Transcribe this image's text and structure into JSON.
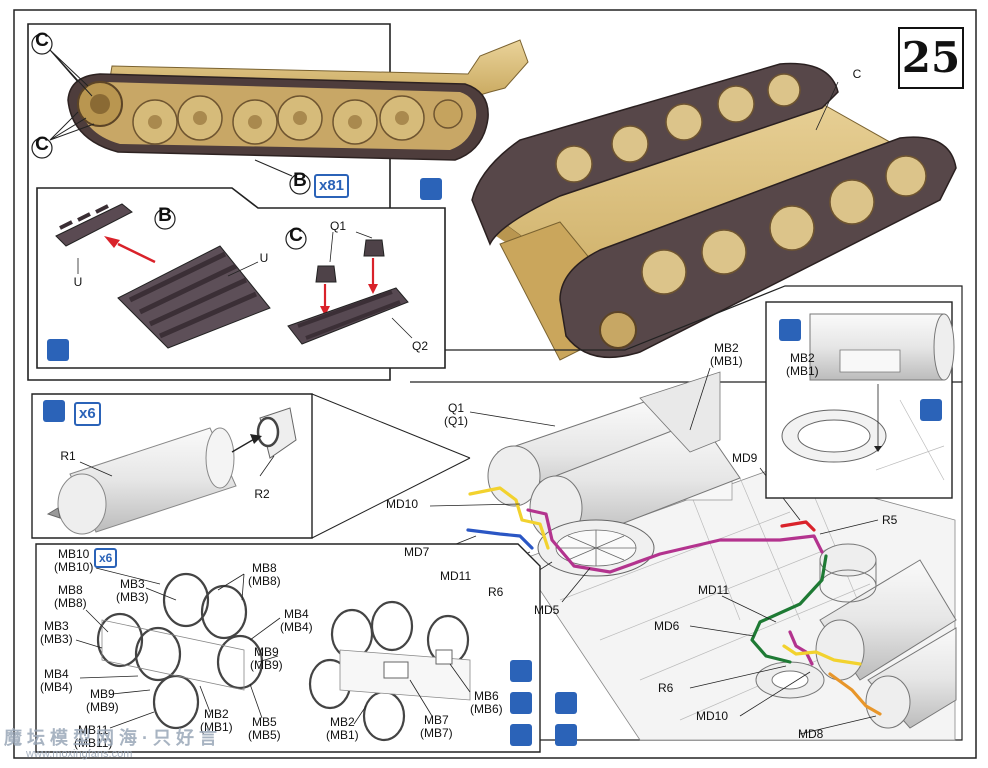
{
  "step_number": "25",
  "watermark": {
    "line1": "魔 坛 模 型 网 海 · 只 好 言",
    "line2": "www.moxingfans.com"
  },
  "icons": {
    "paint_icon": "paint-brush-icon",
    "cement_icon": "cement-drop-icon",
    "flip_icon": "flip-arrow-icon",
    "decal_icon": "decal-icon"
  },
  "panels": {
    "track_assembly": {
      "ref_b": "B",
      "count_b": "x81",
      "callout_c_top": "C",
      "callout_c_bottom": "C",
      "ref_b_detail": "B",
      "ref_c_detail": "C",
      "part_u_left": "U",
      "part_u_right": "U",
      "part_q1": "Q1",
      "part_q2": "Q2"
    },
    "hull_view": {
      "label_c": "C"
    },
    "tank_cylinder": {
      "count": "x6",
      "part_r1": "R1",
      "part_r2": "R2"
    },
    "mount_brackets": {
      "count": "x6",
      "labels": [
        "MB10\n(MB10)",
        "MB3\n(MB3)",
        "MB8\n(MB8)",
        "MB8\n(MB8)",
        "MB4\n(MB4)",
        "MB3\n(MB3)",
        "MB4\n(MB4)",
        "MB9\n(MB9)",
        "MB9\n(MB9)",
        "MB2\n(MB1)",
        "MB5\n(MB5)",
        "MB11\n(MB11)",
        "MB2\n(MB1)",
        "MB7\n(MB7)",
        "MB6\n(MB6)"
      ]
    },
    "engine_detail": {
      "labels": [
        "Q1\n(Q1)",
        "MB2\n(MB1)",
        "MB2\n(MB1)",
        "MD9",
        "R5",
        "MD10",
        "MD7",
        "MD11",
        "R6",
        "MD5",
        "MD11",
        "MD6",
        "R6",
        "MD10",
        "MD8"
      ]
    }
  },
  "colors": {
    "accent_blue": "#2b63b8",
    "pipe_yellow": "#f2d22e",
    "pipe_magenta": "#b3338e",
    "pipe_red": "#d9222a",
    "pipe_green": "#1e7a34",
    "pipe_blue": "#2a56c4",
    "pipe_orange": "#e8962a",
    "hull_tan": "#dcc27c",
    "track_brown": "#5a4a48"
  }
}
